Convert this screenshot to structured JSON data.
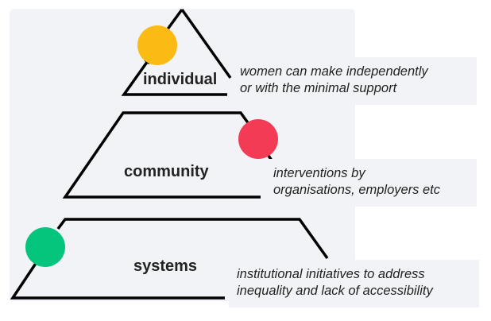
{
  "levels": [
    {
      "label": "individual",
      "note_line1": "women can make independently",
      "note_line2": "or with the minimal support",
      "color": "#fbbb14"
    },
    {
      "label": "community",
      "note_line1": "interventions by",
      "note_line2": "organisations, employers etc",
      "color": "#f43b55"
    },
    {
      "label": "systems",
      "note_line1": "institutional initiatives to address",
      "note_line2": "inequality and lack of accessibility",
      "color": "#05c47c"
    }
  ]
}
